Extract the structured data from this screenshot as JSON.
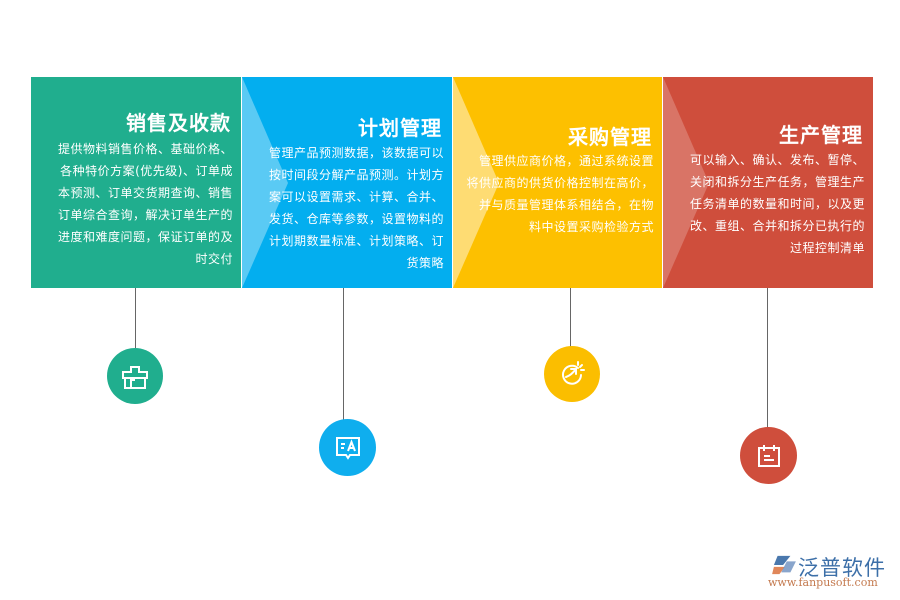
{
  "colors": {
    "sales": "#20AE8E",
    "planning": "#03AEEF",
    "purchasing": "#FDC000",
    "production": "#CF4E3C",
    "connector": "#666666",
    "background": "#FFFFFF"
  },
  "panels": [
    {
      "title": "销售及收款",
      "body": "提供物料销售价格、基础价格、\n各种特价方案(优先级)、订单成\n本预测、订单交货期查询、销售\n订单综合查询，解决订单生产的\n进度和难度问题，保证订单的及\n时交付",
      "icon": "toolbox-icon"
    },
    {
      "title": "计划管理",
      "body": "管理产品预测数据，该数据可以\n按时间段分解产品预测。计划方\n案可以设置需求、计算、合并、\n发货、仓库等参数，设置物料的\n计划期数量标准、计划策略、订\n货策略",
      "icon": "translate-message-icon"
    },
    {
      "title": "采购管理",
      "body": "管理供应商价格，通过系统设置\n将供应商的供货价格控制在高价，\n并与质量管理体系相结合，在物\n料中设置采购检验方式",
      "icon": "growth-arrow-icon"
    },
    {
      "title": "生产管理",
      "body": "可以输入、确认、发布、暂停、\n关闭和拆分生产任务，管理生产\n任务清单的数量和时间，以及更\n改、重组、合并和拆分已执行的\n过程控制清单",
      "icon": "calendar-icon"
    }
  ],
  "logo": {
    "brand": "泛普软件",
    "url": "www.fanpusoft.com"
  }
}
